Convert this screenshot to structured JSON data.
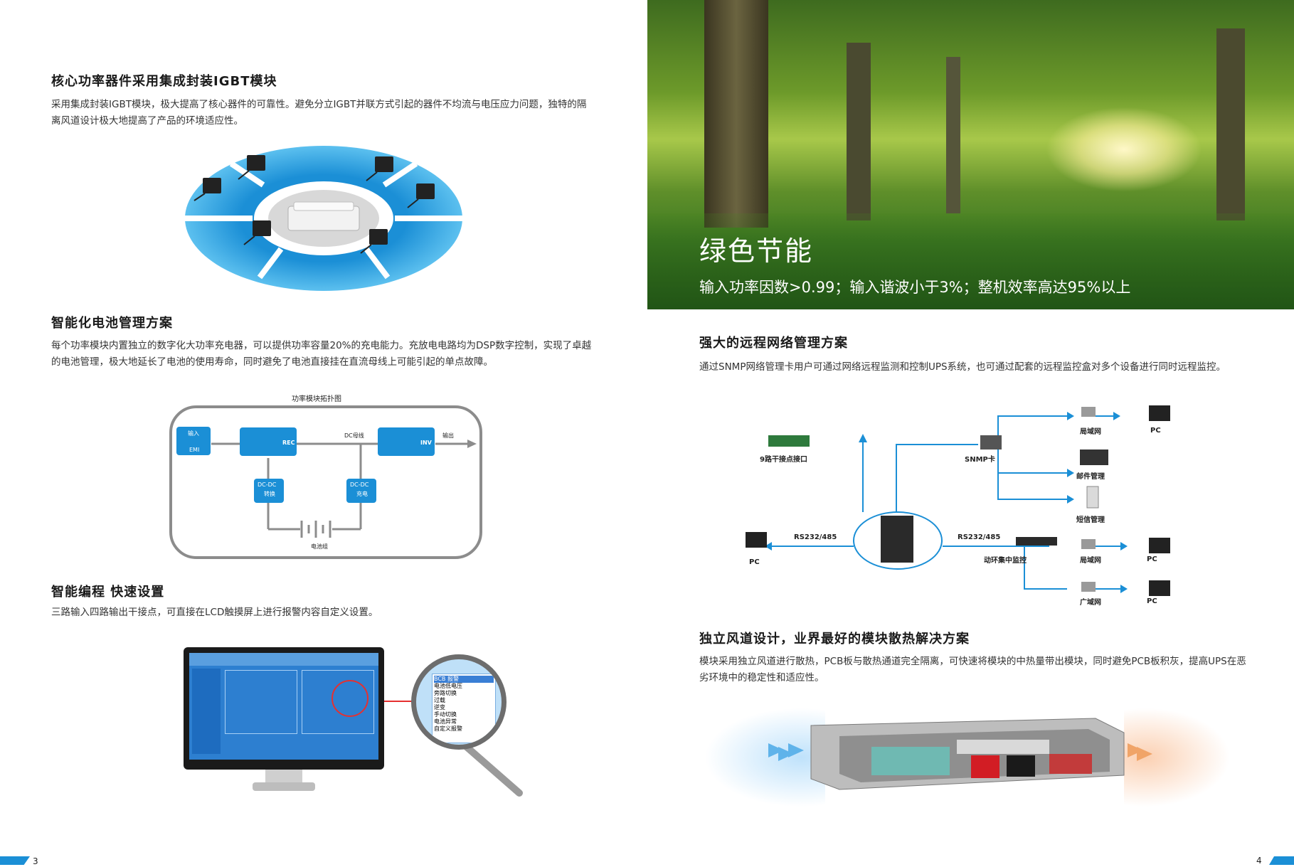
{
  "left": {
    "s1": {
      "title": "核心功率器件采用集成封装IGBT模块",
      "body": "采用集成封装IGBT模块，极大提高了核心器件的可靠性。避免分立IGBT并联方式引起的器件不均流与电压应力问题，独特的隔离风道设计极大地提高了产品的环境适应性。"
    },
    "s2": {
      "title": "智能化电池管理方案",
      "body": "每个功率模块内置独立的数字化大功率充电器，可以提供功率容量20%的充电能力。充放电电路均为DSP数字控制，实现了卓越的电池管理，极大地延长了电池的使用寿命，同时避免了电池直接挂在直流母线上可能引起的单点故障。"
    },
    "topology": {
      "title": "功率模块拓扑图",
      "input": "输入",
      "emi": "EMI",
      "rec": "REC",
      "dc_bus": "DC母线",
      "inv": "INV",
      "output": "输出",
      "dcdc_left": "DC-DC",
      "dcdc_left_sub": "转换",
      "dcdc_right": "DC-DC",
      "dcdc_right_sub": "充电",
      "battery": "电池组"
    },
    "s3": {
      "title": "智能编程  快速设置",
      "body": "三路输入四路输出干接点，可直接在LCD触摸屏上进行报警内容自定义设置。"
    },
    "page_number": "3"
  },
  "right": {
    "banner": {
      "title": "绿色节能",
      "subtitle": "输入功率因数>0.99；输入谐波小于3%；整机效率高达95%以上"
    },
    "s1": {
      "title": "强大的远程网络管理方案",
      "body": "通过SNMP网络管理卡用户可通过网络远程监测和控制UPS系统，也可通过配套的远程监控盒对多个设备进行同时远程监控。"
    },
    "network": {
      "dry_contact": "9路干接点接口",
      "snmp": "SNMP卡",
      "lan1": "局域网",
      "pc1": "PC",
      "email": "邮件管理",
      "sms": "短信管理",
      "rs_left": "RS232/485",
      "rs_right": "RS232/485",
      "pc_left": "PC",
      "monitor": "动环集中监控",
      "lan2": "局域网",
      "pc2": "PC",
      "wan": "广域网",
      "pc3": "PC"
    },
    "s2": {
      "title": "独立风道设计，业界最好的模块散热解决方案",
      "body": "模块采用独立风道进行散热，PCB板与散热通道完全隔离，可快速将模块的中热量带出模块，同时避免PCB板积灰，提高UPS在恶劣环境中的稳定性和适应性。"
    },
    "page_number": "4"
  },
  "magnifier": {
    "lines": [
      "BCB 报警",
      "电池低电压",
      "旁路切换",
      "过载",
      "逆变",
      "手动切换",
      "电池异常",
      "自定义报警"
    ]
  },
  "colors": {
    "accent_blue": "#1b8fd6",
    "dark_blue": "#0a5fa8",
    "light_blue": "#6dc3ee",
    "grey_frame": "#8c8c8c",
    "grass_green": "#4d8a2c"
  }
}
